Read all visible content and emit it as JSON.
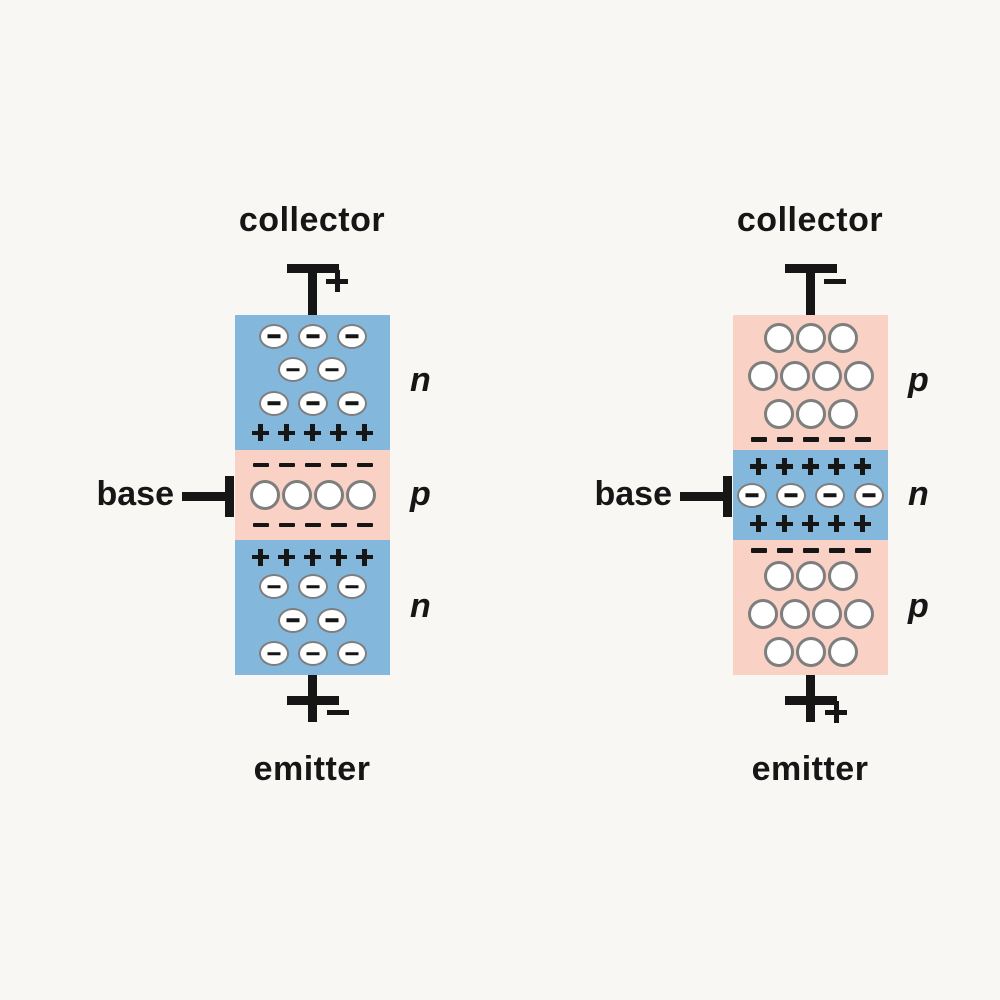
{
  "background": "#f8f7f4",
  "colors": {
    "ink": "#161616",
    "n_region": "#84b7dc",
    "p_region": "#f9d1c5",
    "carrier_fill": "#ffffff",
    "carrier_stroke": "#7e7e7e"
  },
  "diagrams": [
    {
      "name": "npn-transistor",
      "collector_label": "collector",
      "collector_sign": "+",
      "base_label": "base",
      "emitter_label": "emitter",
      "emitter_sign": "−",
      "regions": [
        {
          "doping": "n",
          "label": "n",
          "rows": [
            {
              "kind": "electron",
              "count": 3
            },
            {
              "kind": "electron",
              "count": 2
            },
            {
              "kind": "electron",
              "count": 3
            },
            {
              "kind": "plus",
              "count": 5
            }
          ]
        },
        {
          "doping": "p",
          "label": "p",
          "rows": [
            {
              "kind": "dash",
              "count": 5
            },
            {
              "kind": "hole",
              "count": 4
            },
            {
              "kind": "dash",
              "count": 5
            }
          ]
        },
        {
          "doping": "n",
          "label": "n",
          "rows": [
            {
              "kind": "plus",
              "count": 5
            },
            {
              "kind": "electron",
              "count": 3
            },
            {
              "kind": "electron",
              "count": 2
            },
            {
              "kind": "electron",
              "count": 3
            }
          ]
        }
      ]
    },
    {
      "name": "pnp-transistor",
      "collector_label": "collector",
      "collector_sign": "−",
      "base_label": "base",
      "emitter_label": "emitter",
      "emitter_sign": "+",
      "regions": [
        {
          "doping": "p",
          "label": "p",
          "rows": [
            {
              "kind": "hole",
              "count": 3
            },
            {
              "kind": "hole",
              "count": 4
            },
            {
              "kind": "hole",
              "count": 3
            },
            {
              "kind": "dash",
              "count": 5
            }
          ]
        },
        {
          "doping": "n",
          "label": "n",
          "rows": [
            {
              "kind": "plus",
              "count": 5
            },
            {
              "kind": "electron",
              "count": 4
            },
            {
              "kind": "plus",
              "count": 5
            }
          ]
        },
        {
          "doping": "p",
          "label": "p",
          "rows": [
            {
              "kind": "dash",
              "count": 5
            },
            {
              "kind": "hole",
              "count": 3
            },
            {
              "kind": "hole",
              "count": 4
            },
            {
              "kind": "hole",
              "count": 3
            }
          ]
        }
      ]
    }
  ]
}
